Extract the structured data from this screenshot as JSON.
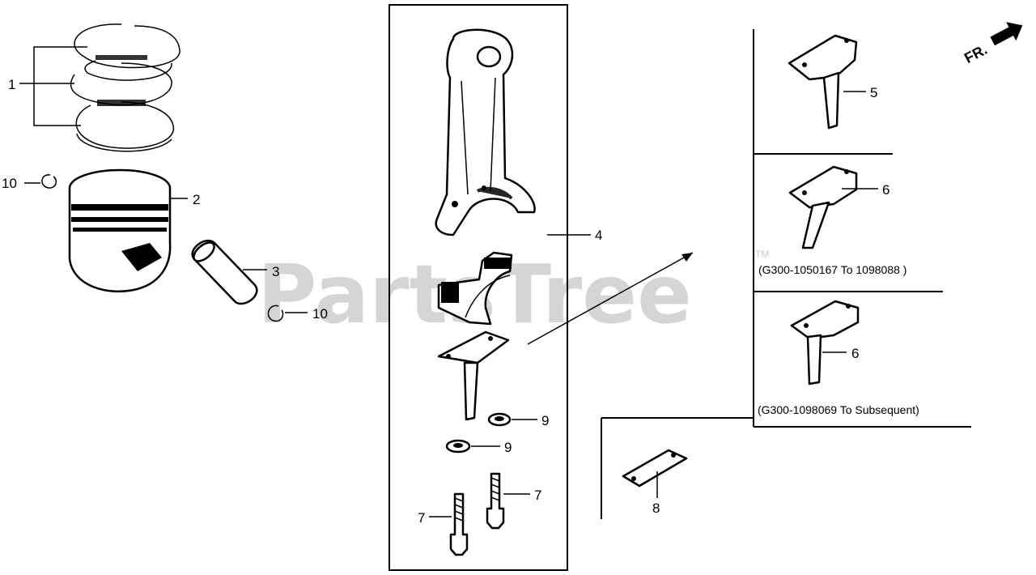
{
  "watermark": {
    "text": "PartsTree",
    "trademark": "TM"
  },
  "direction": {
    "label": "FR."
  },
  "callouts": {
    "c1": "1",
    "c2": "2",
    "c3": "3",
    "c4": "4",
    "c5": "5",
    "c6a": "6",
    "c6b": "6",
    "c7a": "7",
    "c7b": "7",
    "c8": "8",
    "c9a": "9",
    "c9b": "9",
    "c10a": "10",
    "c10b": "10"
  },
  "serial_notes": {
    "range_1": "(G300-1050167 To 1098088 )",
    "range_2": "(G300-1098069 To Subsequent)"
  }
}
